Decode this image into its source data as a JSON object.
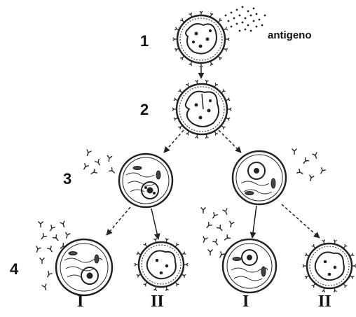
{
  "labels": {
    "antigen": "antigeno",
    "steps": [
      "1",
      "2",
      "3",
      "4"
    ],
    "cell_types": [
      "I",
      "II",
      "I",
      "II"
    ]
  },
  "colors": {
    "ink": "#111111"
  }
}
